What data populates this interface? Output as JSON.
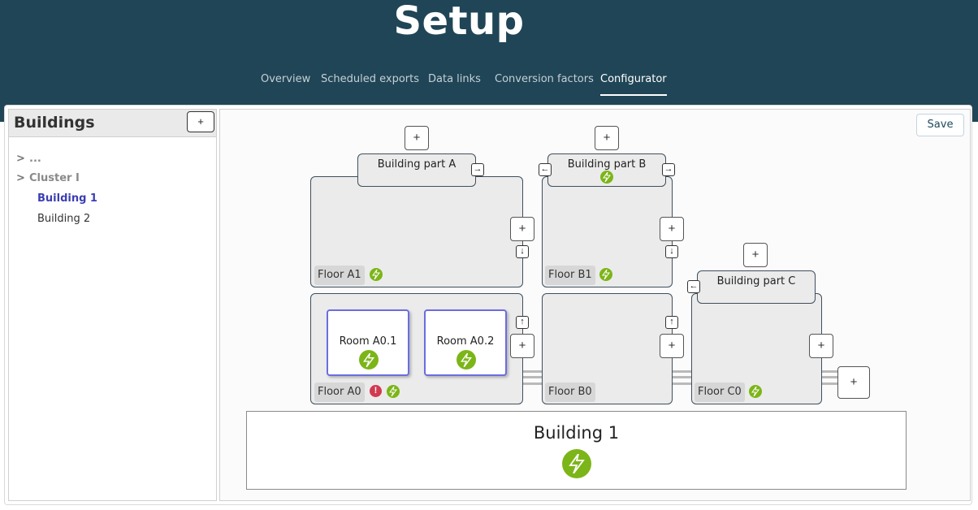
{
  "header": {
    "title": "Setup",
    "tabs": [
      {
        "label": "Overview"
      },
      {
        "label": "Scheduled exports"
      },
      {
        "label": "Data links"
      },
      {
        "label": "Conversion factors"
      },
      {
        "label": "Configurator",
        "active": true
      }
    ]
  },
  "sidebar": {
    "title": "Buildings",
    "add_label": "+",
    "tree": [
      {
        "label": "...",
        "expandable": true
      },
      {
        "label": "Cluster I",
        "expandable": true
      },
      {
        "label": "Building 1",
        "selected": true
      },
      {
        "label": "Building 2"
      }
    ]
  },
  "toolbar": {
    "save_label": "Save"
  },
  "configurator": {
    "building": {
      "label": "Building 1"
    },
    "parts": [
      {
        "label": "Building part A",
        "floors": [
          {
            "label": "Floor A1",
            "status": [
              "energy"
            ]
          },
          {
            "label": "Floor A0",
            "status": [
              "warning",
              "energy"
            ],
            "rooms": [
              {
                "label": "Room A0.1"
              },
              {
                "label": "Room A0.2"
              }
            ]
          }
        ]
      },
      {
        "label": "Building part B",
        "floors": [
          {
            "label": "Floor B1",
            "status": [
              "energy"
            ]
          },
          {
            "label": "Floor B0",
            "status": []
          }
        ]
      },
      {
        "label": "Building part C",
        "floors": [
          {
            "label": "Floor C0",
            "status": [
              "energy"
            ]
          }
        ]
      }
    ],
    "add_symbol": "+",
    "warning_symbol": "!",
    "arrows": {
      "right": "→",
      "left": "←",
      "down": "↓",
      "up": "↑"
    }
  },
  "colors": {
    "header": "#204556",
    "energy": "#7cb518",
    "warning": "#d23a52",
    "room_border": "#6b6de0",
    "selected_tree": "#3b3fb3"
  }
}
